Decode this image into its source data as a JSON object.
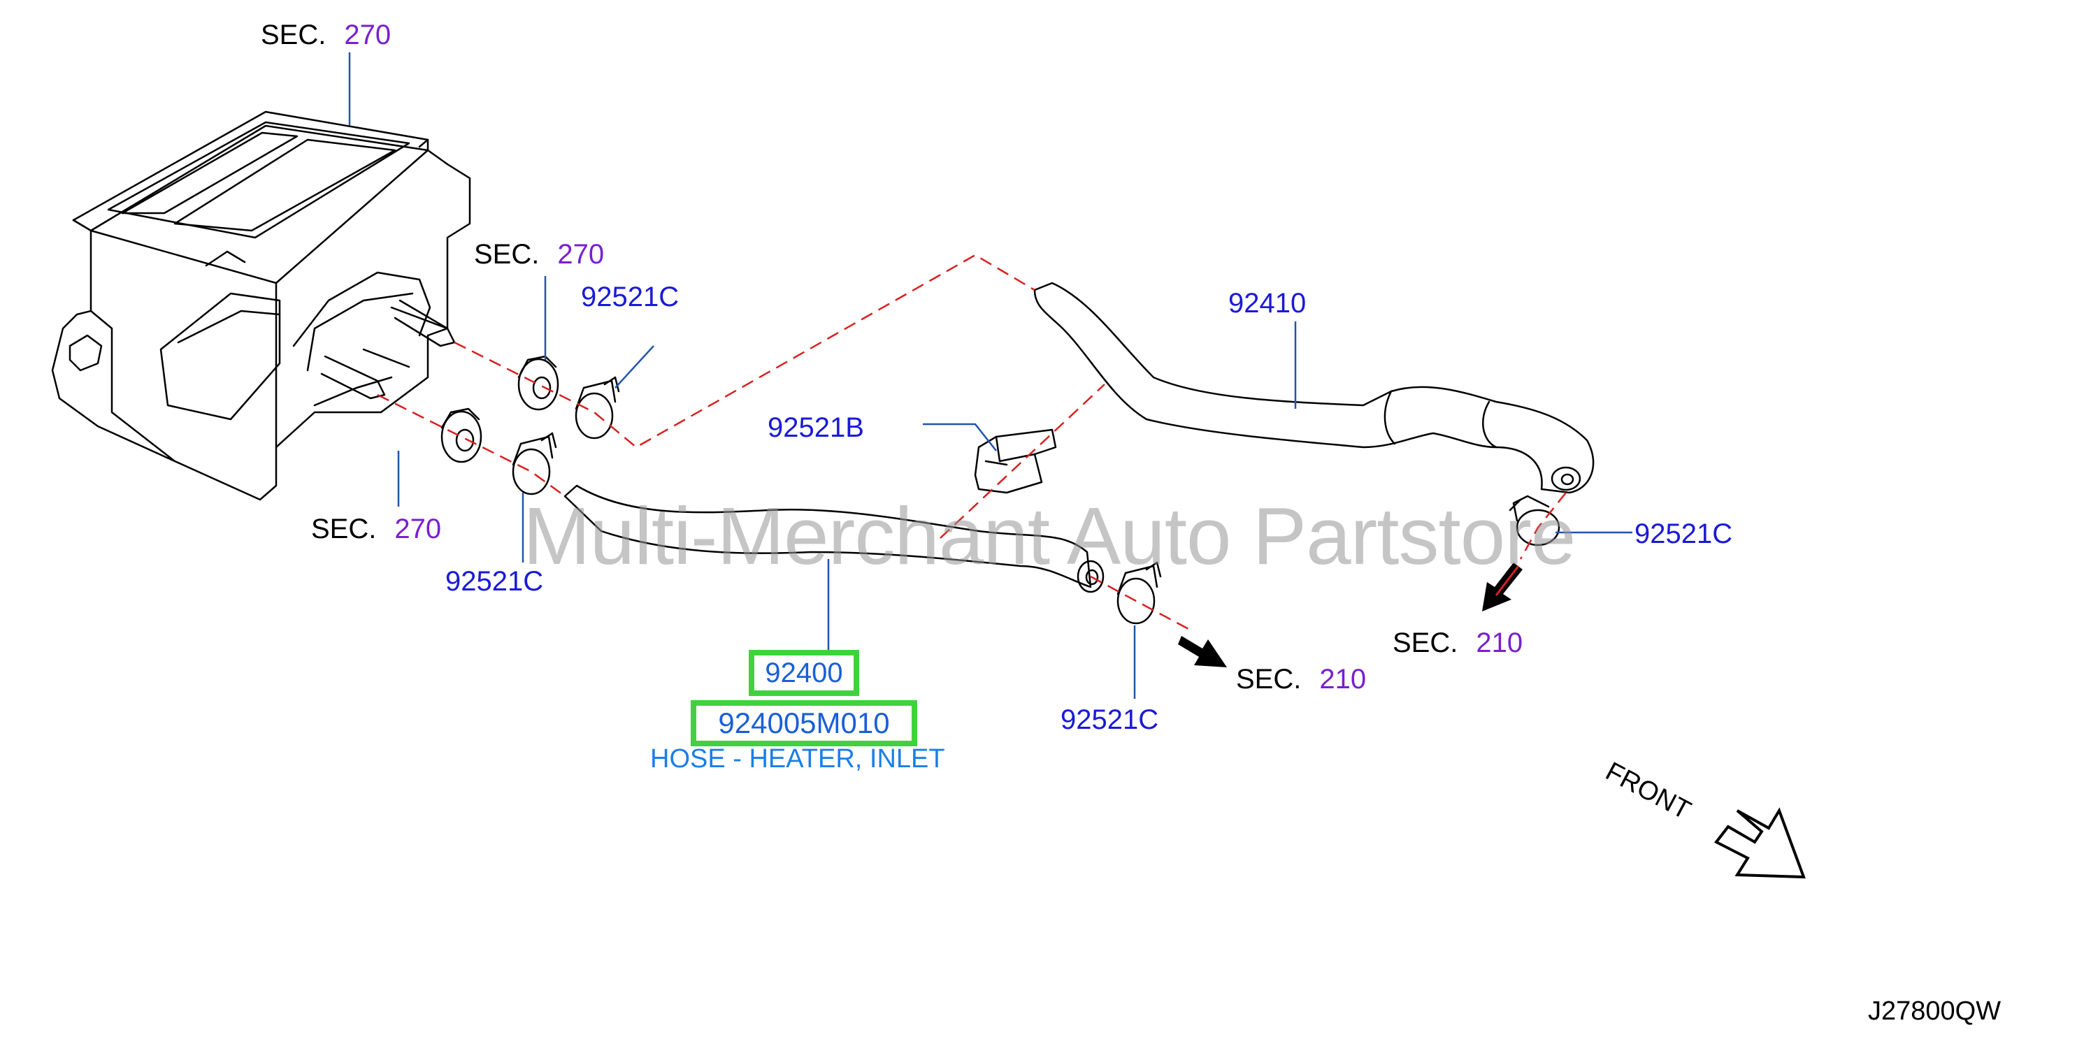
{
  "labels": {
    "sec_top": {
      "sec": "SEC.",
      "num": "270"
    },
    "sec_mid": {
      "sec": "SEC.",
      "num": "270"
    },
    "sec_left": {
      "sec": "SEC.",
      "num": "270"
    },
    "sec_right_upper": {
      "sec": "SEC.",
      "num": "210"
    },
    "sec_right_lower": {
      "sec": "SEC.",
      "num": "210"
    },
    "clamp_top": "92521C",
    "clamp_left": "92521C",
    "clamp_bottom": "92521C",
    "clamp_right": "92521C",
    "clip": "92521B",
    "hose_outlet": "92410",
    "hose_inlet": "92400"
  },
  "selected_part": {
    "number": "924005M010",
    "description": "HOSE - HEATER, INLET"
  },
  "watermark": "Multi-Merchant Auto Partstore",
  "front_label": "FRONT",
  "diagram_code": "J27800QW",
  "colors": {
    "section_ref": "#7a1fd0",
    "part_number": "#1a1ad8",
    "highlight": "#3fd23f",
    "description": "#1a7fe8",
    "leader_line": "#2255aa",
    "dash_line": "#d82020"
  }
}
